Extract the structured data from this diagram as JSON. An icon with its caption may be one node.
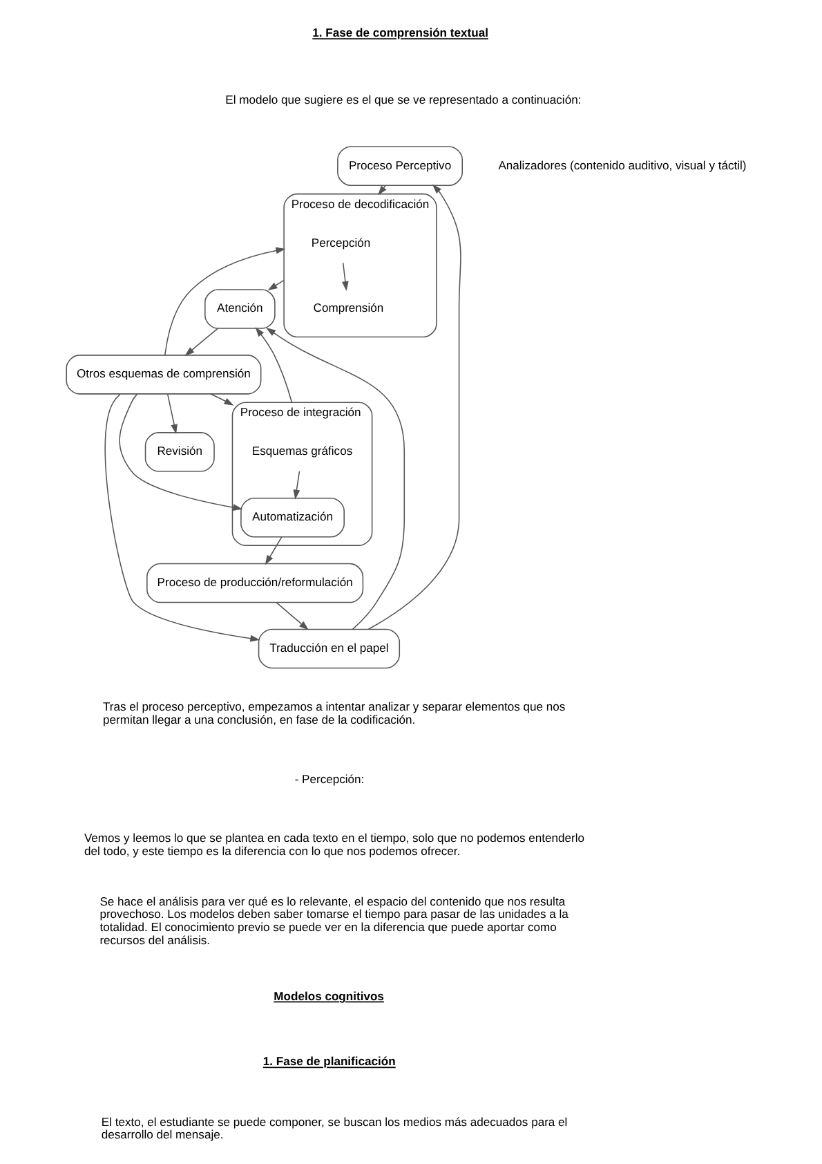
{
  "diagram": {
    "nodes": [
      {
        "text": [
          "Proceso Perceptivo"
        ],
        "beside": [
          "Analizadores (contenido auditivo, visual y táctil)"
        ]
      },
      {
        "text": [
          "Proceso de decodificación"
        ]
      },
      {
        "text": [
          "Percepción"
        ],
        "in": 1
      },
      {
        "text": [
          "Comprensión"
        ],
        "in": 1
      },
      {
        "text": [
          "Atención"
        ]
      },
      {
        "text": [
          "Otros esquemas de comprensión"
        ]
      },
      {
        "text": [
          "Proceso de integración"
        ]
      },
      {
        "text": [
          "Esquemas gráficos"
        ],
        "in": 6
      },
      {
        "text": [
          "Automatización"
        ],
        "in": 6
      },
      {
        "text": [
          "Proceso de producción/reformulación"
        ]
      },
      {
        "text": [
          "Revisión"
        ]
      },
      {
        "text": [
          "Traducción en el papel"
        ]
      }
    ],
    "edges": [
      {
        "from": 0,
        "to": 1,
        "arrow": "to"
      },
      {
        "from": 2,
        "to": 3,
        "arrow": "to"
      },
      {
        "from": 1,
        "to": 4,
        "arrow": "to"
      },
      {
        "from": 4,
        "to": 5,
        "arrow": "to"
      },
      {
        "from": 5,
        "to": 1,
        "arrow": "to"
      },
      {
        "from": 6,
        "to": 4,
        "arrow": "to"
      },
      {
        "from": 5,
        "to": 6,
        "arrow": "to"
      },
      {
        "from": 5,
        "to": 8,
        "arrow": "to"
      },
      {
        "from": 7,
        "to": 8,
        "arrow": "to"
      },
      {
        "from": 8,
        "to": 9,
        "arrow": "to"
      },
      {
        "from": 9,
        "to": 11,
        "arrow": "to"
      },
      {
        "from": 5,
        "to": 11,
        "arrow": "to"
      },
      {
        "from": 11,
        "to": 4,
        "arrow": "to"
      },
      {
        "from": 11,
        "to": 0,
        "arrow": "to"
      },
      {
        "from": 5,
        "to": 10,
        "arrow": "to"
      }
    ],
    "labels": [
      "1. Fase de comprensión textual",
      "El modelo que sugiere es el que se ve representado a continuación:",
      "Tras el proceso perceptivo, empezamos a intentar analizar y separar elementos que nos permitan llegar a una conclusión, en fase de la codificación.",
      "- Percepción:",
      "Vemos y leemos lo que se plantea en cada texto en el tiempo, solo que no podemos entenderlo del todo, y este tiempo es la diferencia con lo que nos podemos ofrecer.",
      "Se hace el análisis para ver qué es lo relevante, el espacio del contenido que nos resulta provechoso. Los modelos deben saber tomarse el tiempo para pasar de las unidades a la totalidad. El conocimiento previo se puede ver en la diferencia que puede aportar como recursos del análisis.",
      "Modelos cognitivos",
      "1. Fase de planificación",
      "El texto, el estudiante se puede componer, se buscan los medios más adecuados para el desarrollo del mensaje."
    ]
  }
}
